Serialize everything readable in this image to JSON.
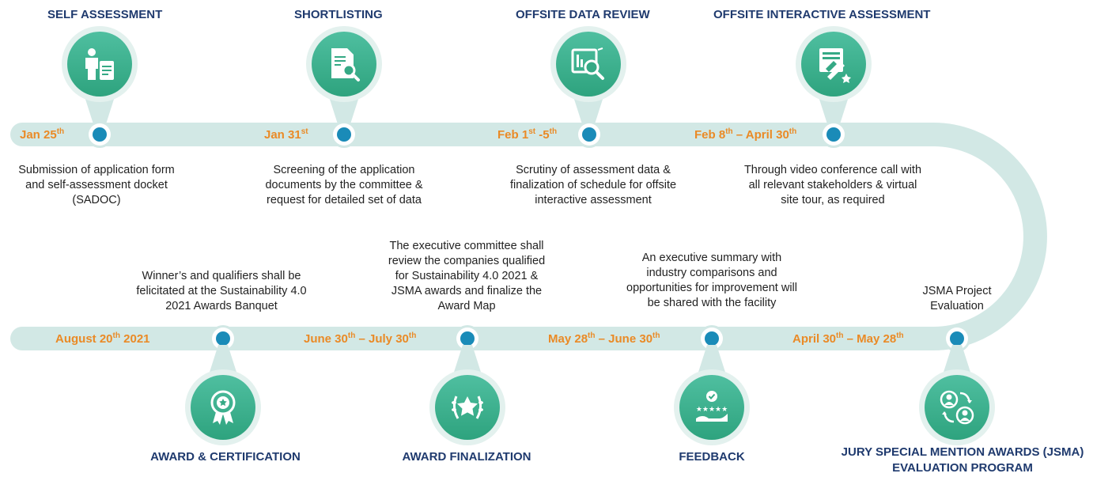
{
  "stages_top": [
    {
      "title": "SELF ASSESSMENT",
      "date": {
        "main": "Jan 25",
        "sup": "th",
        "tail": ""
      },
      "desc": [
        "Submission of application form",
        "and self-assessment docket",
        "(SADOC)"
      ],
      "icon": "person-document-icon"
    },
    {
      "title": "SHORTLISTING",
      "date": {
        "main": "Jan 31",
        "sup": "st",
        "tail": ""
      },
      "desc": [
        "Screening of the application",
        "documents by the committee &",
        "request for detailed set of data"
      ],
      "icon": "document-search-icon"
    },
    {
      "title": "OFFSITE DATA REVIEW",
      "date": {
        "main": "Feb 1",
        "sup": "st",
        "tail": " -5",
        "sup2": "th"
      },
      "desc": [
        "Scrutiny of assessment data &",
        "finalization of schedule for offsite",
        "interactive assessment"
      ],
      "icon": "data-review-icon"
    },
    {
      "title": "OFFSITE INTERACTIVE ASSESSMENT",
      "date": {
        "main": "Feb 8",
        "sup": "th",
        "tail": " – April 30",
        "sup2": "th"
      },
      "desc": [
        "Through video conference call with",
        "all relevant stakeholders & virtual",
        "site tour, as required"
      ],
      "icon": "interactive-screen-icon"
    }
  ],
  "stages_bottom": [
    {
      "title": "AWARD & CERTIFICATION",
      "date": {
        "main": "August 20",
        "sup": "th",
        "tail": " 2021"
      },
      "desc": [
        "Winner’s and qualifiers shall be",
        "felicitated at the  Sustainability 4.0",
        "2021 Awards Banquet"
      ],
      "icon": "award-ribbon-icon"
    },
    {
      "title": "AWARD FINALIZATION",
      "date": {
        "main": "June 30",
        "sup": "th",
        "tail": "  – July 30",
        "sup2": "th"
      },
      "desc": [
        "The executive committee shall",
        "review the companies qualified",
        "for Sustainability 4.0 2021 &",
        "JSMA awards and finalize the",
        "Award Map"
      ],
      "icon": "laurel-star-icon"
    },
    {
      "title": "FEEDBACK",
      "date": {
        "main": "May 28",
        "sup": "th",
        "tail": " – June 30",
        "sup2": "th"
      },
      "desc": [
        "An executive summary with",
        "industry comparisons and",
        "opportunities for improvement will",
        "be shared with the facility"
      ],
      "icon": "feedback-stars-icon"
    },
    {
      "title": "JURY SPECIAL MENTION AWARDS (JSMA)",
      "title2": "EVALUATION PROGRAM",
      "date": {
        "main": "April 30",
        "sup": "th",
        "tail": " – May 28",
        "sup2": "th"
      },
      "desc": [
        "JSMA Project",
        "Evaluation"
      ],
      "icon": "people-exchange-icon"
    }
  ],
  "colors": {
    "title": "#1f3a6e",
    "date": "#ea8a26",
    "track": "#d2e8e5",
    "node": "#1a8bb8",
    "badge": "#35a985"
  }
}
